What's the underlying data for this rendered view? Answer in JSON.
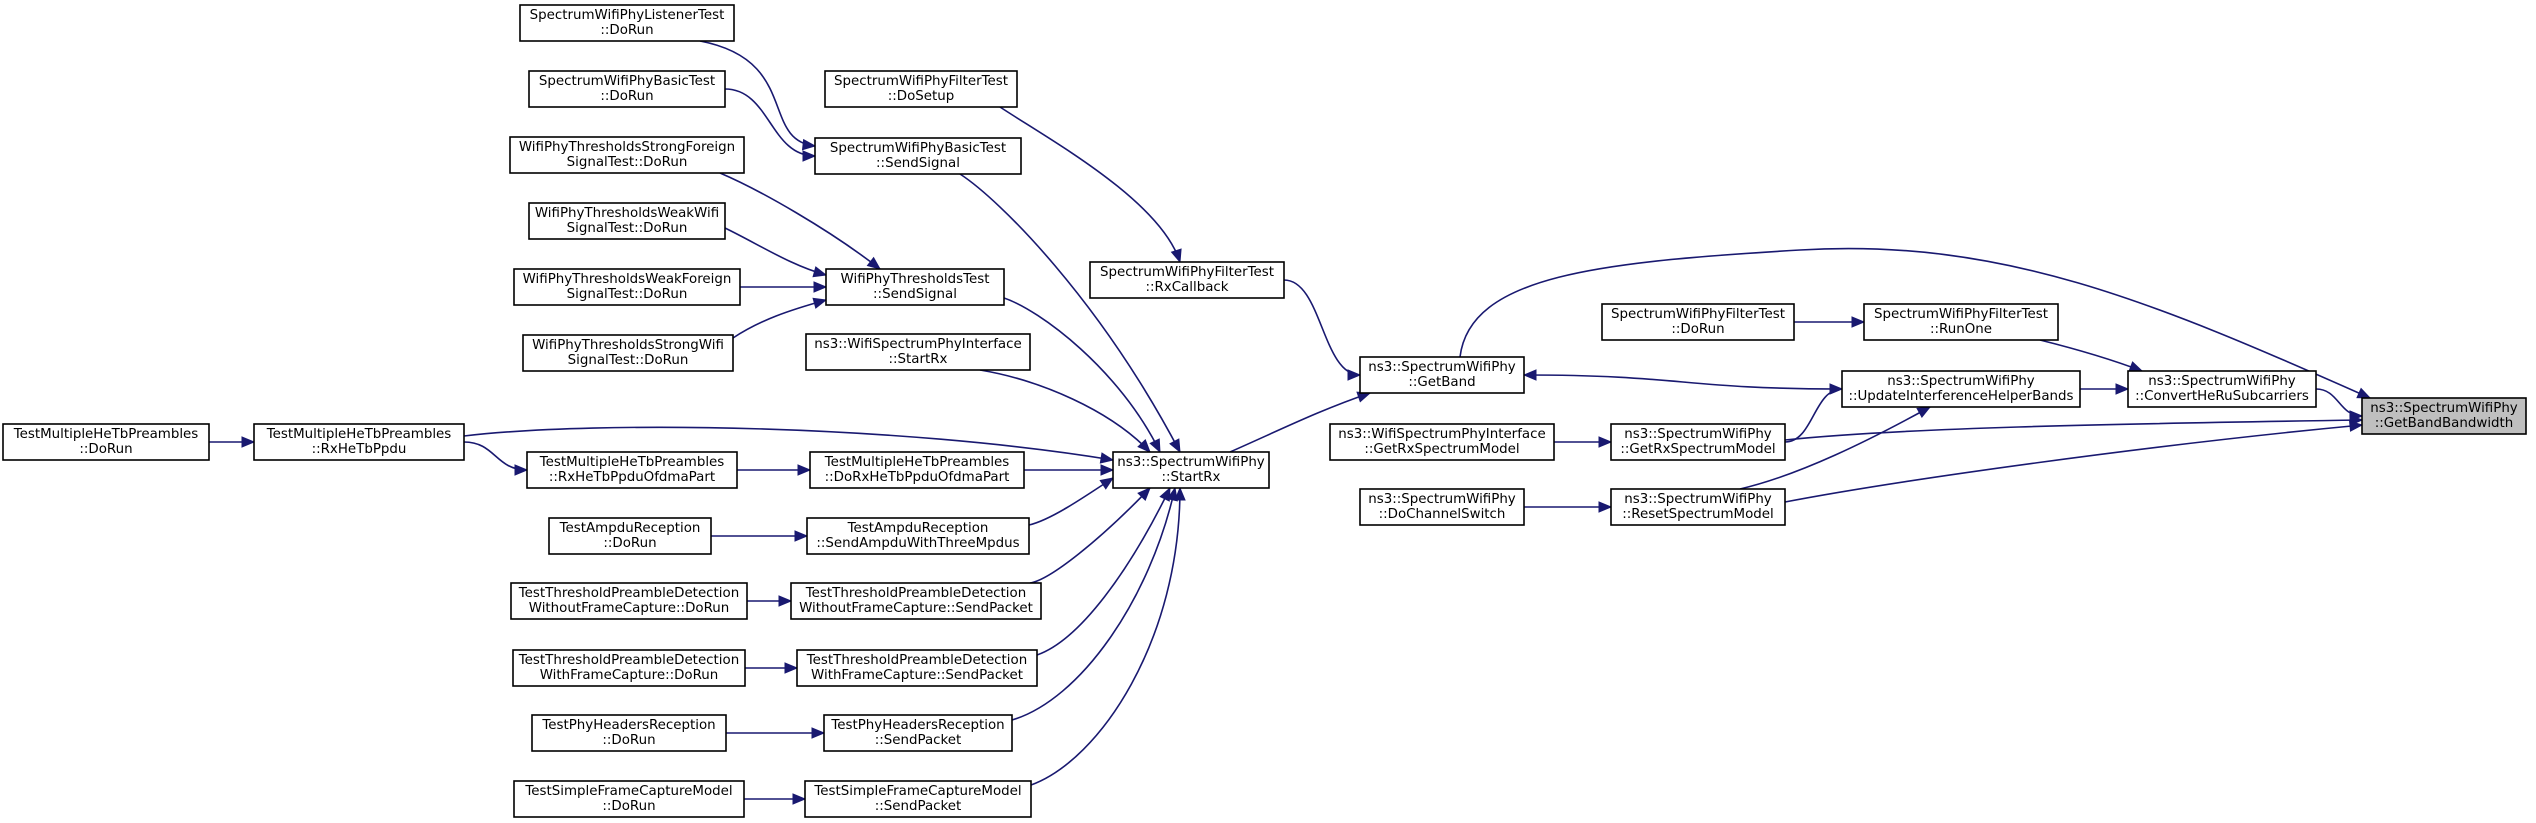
{
  "diagram": {
    "colors": {
      "edge": "#191970",
      "root_fill": "#bfbfbf",
      "node_fill": "#ffffff",
      "node_border": "#000000"
    },
    "nodes": [
      {
        "id": "root",
        "lines": [
          "ns3::SpectrumWifiPhy",
          "::GetBandBandwidth"
        ]
      },
      {
        "id": "convertHeRu",
        "lines": [
          "ns3::SpectrumWifiPhy",
          "::ConvertHeRuSubcarriers"
        ]
      },
      {
        "id": "getBand",
        "lines": [
          "ns3::SpectrumWifiPhy",
          "::GetBand"
        ]
      },
      {
        "id": "getRxSM",
        "lines": [
          "ns3::SpectrumWifiPhy",
          "::GetRxSpectrumModel"
        ]
      },
      {
        "id": "resetSM",
        "lines": [
          "ns3::SpectrumWifiPhy",
          "::ResetSpectrumModel"
        ]
      },
      {
        "id": "updIHB",
        "lines": [
          "ns3::SpectrumWifiPhy",
          "::UpdateInterferenceHelperBands"
        ]
      },
      {
        "id": "runOne",
        "lines": [
          "SpectrumWifiPhyFilterTest",
          "::RunOne"
        ]
      },
      {
        "id": "filterDoRun",
        "lines": [
          "SpectrumWifiPhyFilterTest",
          "::DoRun"
        ]
      },
      {
        "id": "wifiGetRxSM",
        "lines": [
          "ns3::WifiSpectrumPhyInterface",
          "::GetRxSpectrumModel"
        ]
      },
      {
        "id": "doChSwitch",
        "lines": [
          "ns3::SpectrumWifiPhy",
          "::DoChannelSwitch"
        ]
      },
      {
        "id": "rxCallback",
        "lines": [
          "SpectrumWifiPhyFilterTest",
          "::RxCallback"
        ]
      },
      {
        "id": "startRx",
        "lines": [
          "ns3::SpectrumWifiPhy",
          "::StartRx"
        ]
      },
      {
        "id": "filterDoSetup",
        "lines": [
          "SpectrumWifiPhyFilterTest",
          "::DoSetup"
        ]
      },
      {
        "id": "basicSendSignal",
        "lines": [
          "SpectrumWifiPhyBasicTest",
          "::SendSignal"
        ]
      },
      {
        "id": "thrSendSignal",
        "lines": [
          "WifiPhyThresholdsTest",
          "::SendSignal"
        ]
      },
      {
        "id": "wifiStartRx",
        "lines": [
          "ns3::WifiSpectrumPhyInterface",
          "::StartRx"
        ]
      },
      {
        "id": "mhDoRxOfdma",
        "lines": [
          "TestMultipleHeTbPreambles",
          "::DoRxHeTbPpduOfdmaPart"
        ]
      },
      {
        "id": "ampduSend",
        "lines": [
          "TestAmpduReception",
          "::SendAmpduWithThreeMpdus"
        ]
      },
      {
        "id": "tpdWithoutSend",
        "lines": [
          "TestThresholdPreambleDetection",
          "WithoutFrameCapture::SendPacket"
        ]
      },
      {
        "id": "tpdWithSend",
        "lines": [
          "TestThresholdPreambleDetection",
          "WithFrameCapture::SendPacket"
        ]
      },
      {
        "id": "phyHdrSend",
        "lines": [
          "TestPhyHeadersReception",
          "::SendPacket"
        ]
      },
      {
        "id": "sfcSend",
        "lines": [
          "TestSimpleFrameCaptureModel",
          "::SendPacket"
        ]
      },
      {
        "id": "mhRxHeTb",
        "lines": [
          "TestMultipleHeTbPreambles",
          "::RxHeTbPpdu"
        ]
      },
      {
        "id": "mhRxOfdma",
        "lines": [
          "TestMultipleHeTbPreambles",
          "::RxHeTbPpduOfdmaPart"
        ]
      },
      {
        "id": "mhDoRun",
        "lines": [
          "TestMultipleHeTbPreambles",
          "::DoRun"
        ]
      },
      {
        "id": "listenerDoRun",
        "lines": [
          "SpectrumWifiPhyListenerTest",
          "::DoRun"
        ]
      },
      {
        "id": "basicDoRun",
        "lines": [
          "SpectrumWifiPhyBasicTest",
          "::DoRun"
        ]
      },
      {
        "id": "strongForeign",
        "lines": [
          "WifiPhyThresholdsStrongForeign",
          "SignalTest::DoRun"
        ]
      },
      {
        "id": "weakWifi",
        "lines": [
          "WifiPhyThresholdsWeakWifi",
          "SignalTest::DoRun"
        ]
      },
      {
        "id": "weakForeign",
        "lines": [
          "WifiPhyThresholdsWeakForeign",
          "SignalTest::DoRun"
        ]
      },
      {
        "id": "strongWifi",
        "lines": [
          "WifiPhyThresholdsStrongWifi",
          "SignalTest::DoRun"
        ]
      },
      {
        "id": "ampduDoRun",
        "lines": [
          "TestAmpduReception",
          "::DoRun"
        ]
      },
      {
        "id": "tpdWithoutDoRun",
        "lines": [
          "TestThresholdPreambleDetection",
          "WithoutFrameCapture::DoRun"
        ]
      },
      {
        "id": "tpdWithDoRun",
        "lines": [
          "TestThresholdPreambleDetection",
          "WithFrameCapture::DoRun"
        ]
      },
      {
        "id": "phyHdrDoRun",
        "lines": [
          "TestPhyHeadersReception",
          "::DoRun"
        ]
      },
      {
        "id": "sfcDoRun",
        "lines": [
          "TestSimpleFrameCaptureModel",
          "::DoRun"
        ]
      }
    ],
    "edges": [
      {
        "from": "root",
        "to": "convertHeRu"
      },
      {
        "from": "root",
        "to": "getBand"
      },
      {
        "from": "root",
        "to": "getRxSM"
      },
      {
        "from": "root",
        "to": "resetSM"
      },
      {
        "from": "convertHeRu",
        "to": "runOne"
      },
      {
        "from": "convertHeRu",
        "to": "updIHB"
      },
      {
        "from": "runOne",
        "to": "filterDoRun"
      },
      {
        "from": "getBand",
        "to": "rxCallback"
      },
      {
        "from": "getBand",
        "to": "startRx"
      },
      {
        "from": "getBand",
        "to": "updIHB"
      },
      {
        "from": "updIHB",
        "to": "getRxSM"
      },
      {
        "from": "updIHB",
        "to": "resetSM"
      },
      {
        "from": "getRxSM",
        "to": "wifiGetRxSM"
      },
      {
        "from": "resetSM",
        "to": "doChSwitch"
      },
      {
        "from": "rxCallback",
        "to": "filterDoSetup"
      },
      {
        "from": "startRx",
        "to": "basicSendSignal"
      },
      {
        "from": "startRx",
        "to": "thrSendSignal"
      },
      {
        "from": "startRx",
        "to": "wifiStartRx"
      },
      {
        "from": "startRx",
        "to": "mhRxHeTb"
      },
      {
        "from": "startRx",
        "to": "mhDoRxOfdma"
      },
      {
        "from": "startRx",
        "to": "ampduSend"
      },
      {
        "from": "startRx",
        "to": "tpdWithoutSend"
      },
      {
        "from": "startRx",
        "to": "tpdWithSend"
      },
      {
        "from": "startRx",
        "to": "phyHdrSend"
      },
      {
        "from": "startRx",
        "to": "sfcSend"
      },
      {
        "from": "basicSendSignal",
        "to": "listenerDoRun"
      },
      {
        "from": "basicSendSignal",
        "to": "basicDoRun"
      },
      {
        "from": "thrSendSignal",
        "to": "strongForeign"
      },
      {
        "from": "thrSendSignal",
        "to": "weakWifi"
      },
      {
        "from": "thrSendSignal",
        "to": "weakForeign"
      },
      {
        "from": "thrSendSignal",
        "to": "strongWifi"
      },
      {
        "from": "mhDoRxOfdma",
        "to": "mhRxOfdma"
      },
      {
        "from": "mhRxOfdma",
        "to": "mhRxHeTb"
      },
      {
        "from": "mhRxHeTb",
        "to": "mhDoRun"
      },
      {
        "from": "ampduSend",
        "to": "ampduDoRun"
      },
      {
        "from": "tpdWithoutSend",
        "to": "tpdWithoutDoRun"
      },
      {
        "from": "tpdWithSend",
        "to": "tpdWithDoRun"
      },
      {
        "from": "phyHdrSend",
        "to": "phyHdrDoRun"
      },
      {
        "from": "sfcSend",
        "to": "sfcDoRun"
      }
    ]
  }
}
